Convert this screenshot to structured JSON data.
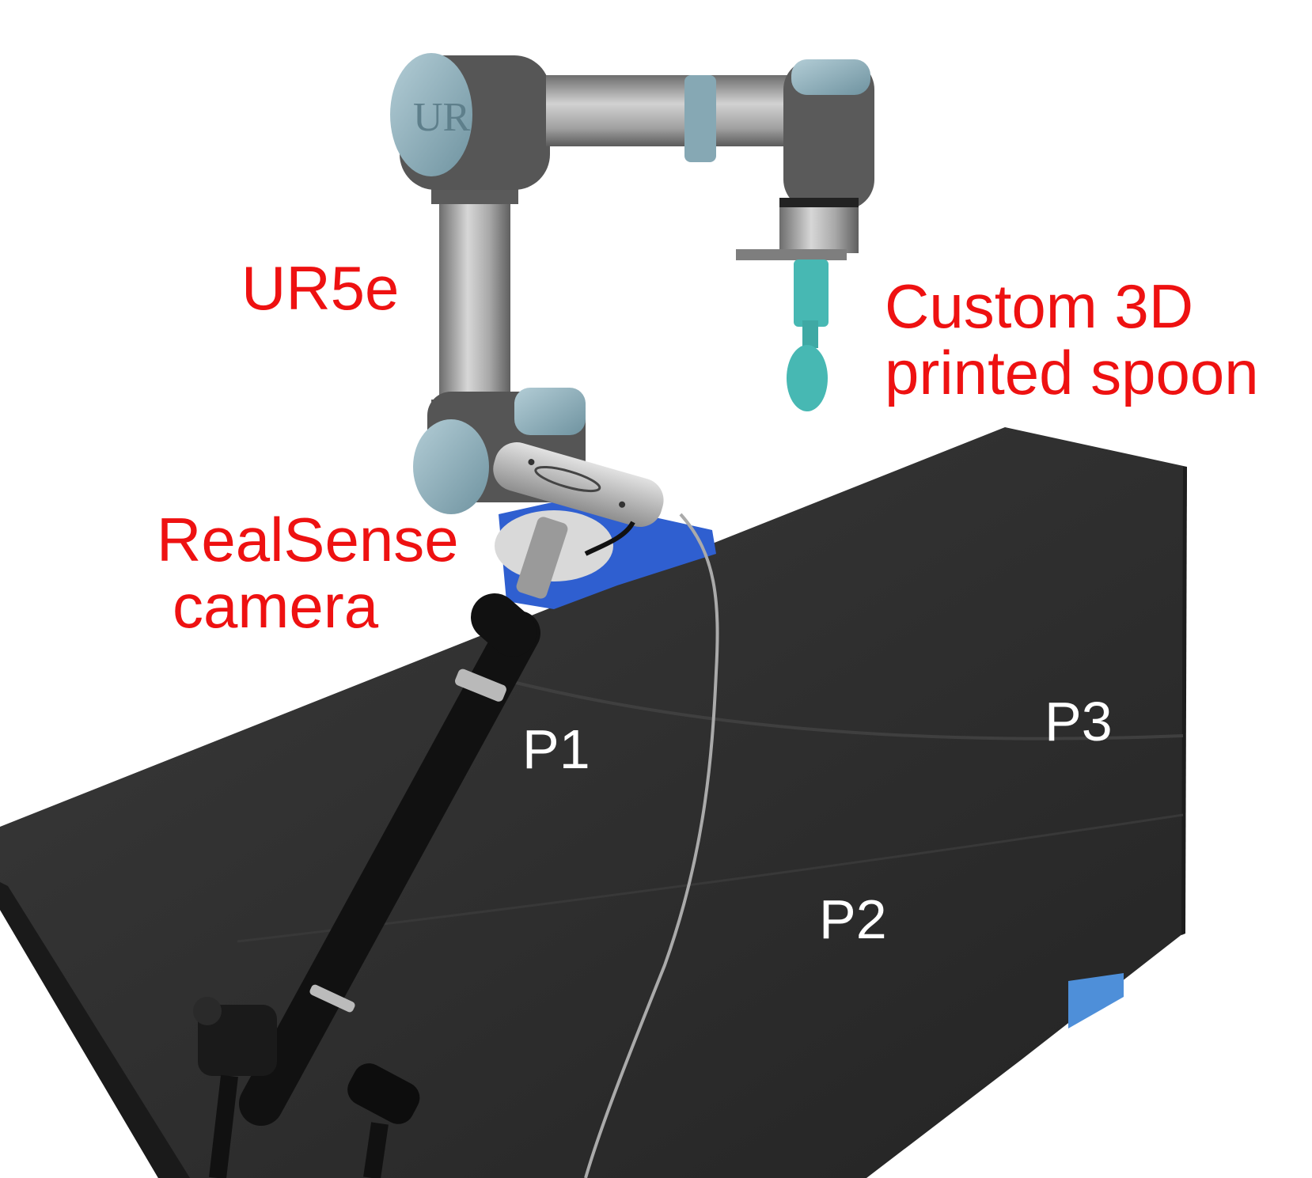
{
  "labels": {
    "robot": "UR5e",
    "spoon_line1": "Custom 3D",
    "spoon_line2": "printed spoon",
    "camera_line1": "RealSense",
    "camera_line2": "camera",
    "p1": "P1",
    "p2": "P2",
    "p3": "P3"
  },
  "colors": {
    "annotation_red": "#ee1111",
    "annotation_white": "#ffffff",
    "table": "#2e2e2e",
    "robot_joint_cap": "#8fb0bb",
    "robot_link": "#9a9a9a",
    "spoon": "#47b8b3",
    "camera_mount": "#2f5fd0",
    "arm_pole": "#111111"
  }
}
